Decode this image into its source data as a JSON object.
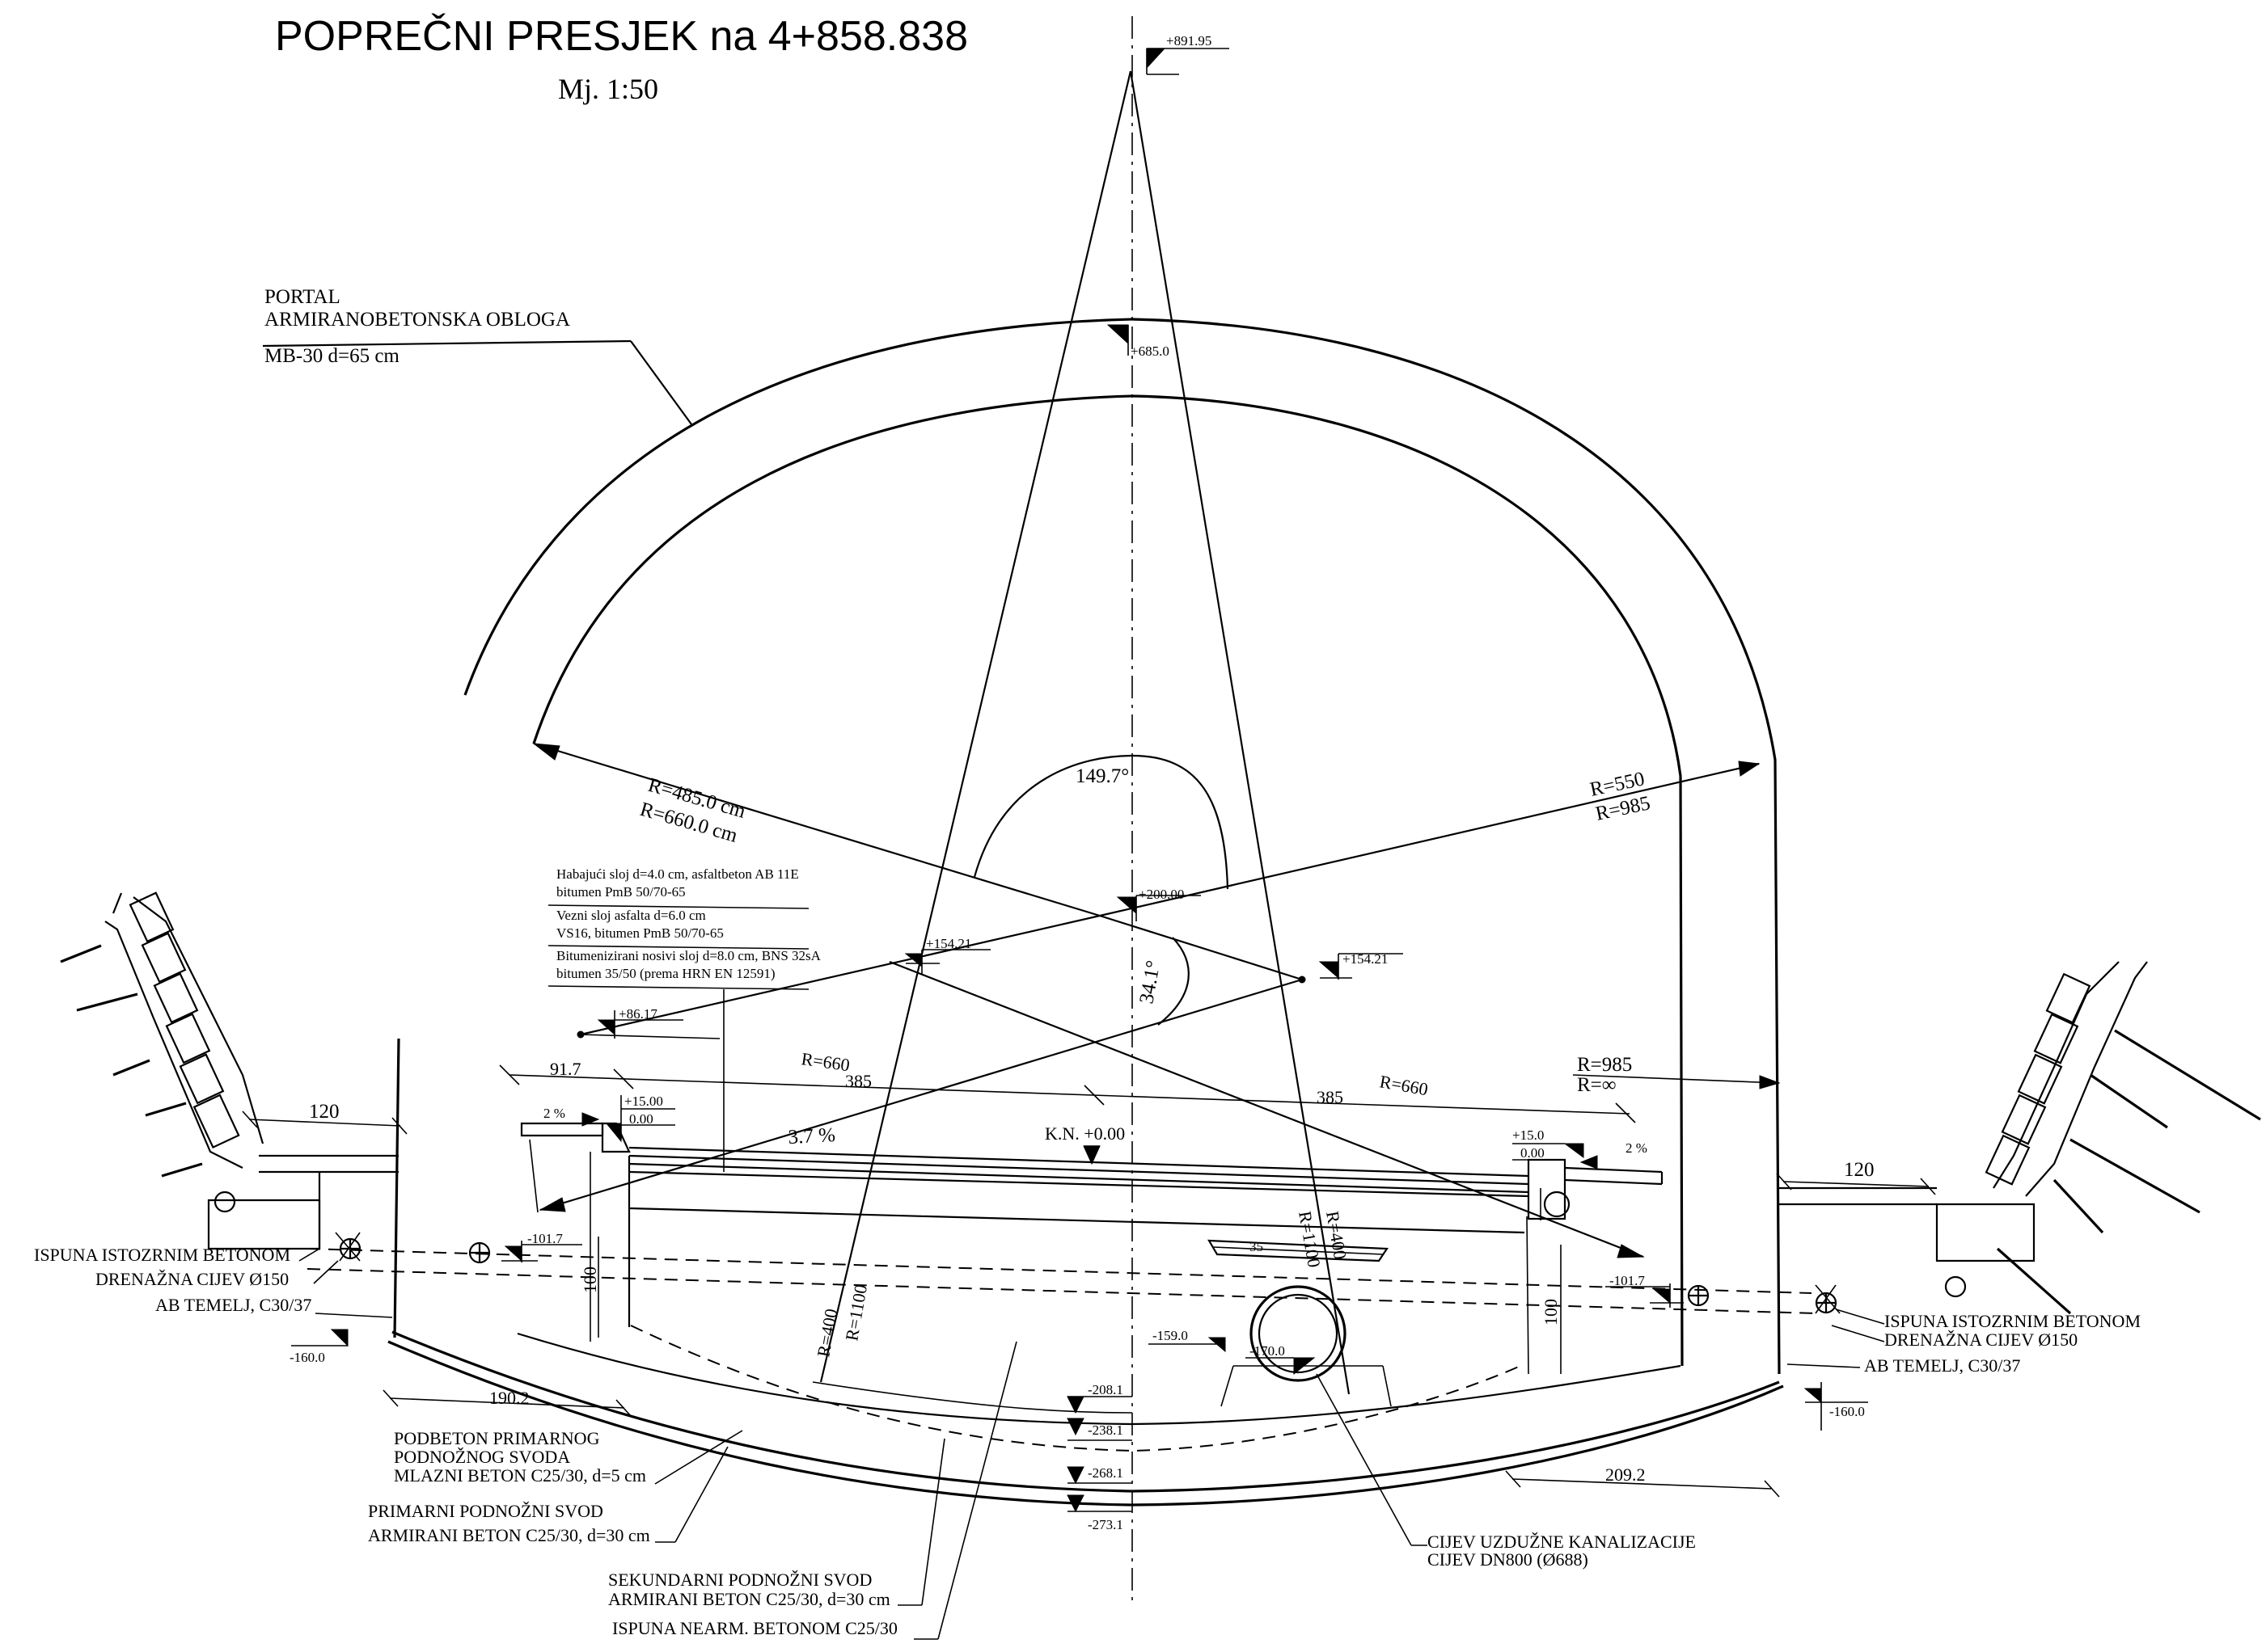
{
  "title": {
    "main": "POPREČNI PRESJEK na 4+858.838",
    "scale": "Mj. 1:50"
  },
  "portal_label": {
    "line1": "PORTAL",
    "line2": "ARMIRANOBETONSKA OBLOGA",
    "line3": "MB-30 d=65 cm"
  },
  "pavement_layers": {
    "l1a": "Habajući sloj d=4.0 cm, asfaltbeton AB 11E",
    "l1b": "bitumen PmB 50/70-65",
    "l2a": "Vezni sloj asfalta  d=6.0 cm",
    "l2b": "VS16,  bitumen PmB 50/70-65",
    "l3a": "Bitumenizirani nosivi sloj  d=8.0 cm, BNS 32sA",
    "l3b": "bitumen 35/50 (prema HRN EN 12591)"
  },
  "elevations": {
    "top": "+891.95",
    "crown": "+685.0",
    "center": "+200.00",
    "left_spring": "+154.21",
    "right_spring": "+154.21",
    "left_low": "+86.17",
    "kerb_left_a": "+15.00",
    "kerb_left_b": "0.00",
    "kerb_right_a": "+15.0",
    "kerb_right_b": "0.00",
    "kn": "K.N. +0.00",
    "drain_left": "-101.7",
    "drain_right": "-101.7",
    "found_left": "-160.0",
    "found_right": "-160.0",
    "pipe_a": "-159.0",
    "pipe_b": "-170.0",
    "inv1": "-208.1",
    "inv2": "-238.1",
    "inv3": "-268.1",
    "inv4": "-273.1"
  },
  "radii": {
    "left_a": "R=485.0 cm",
    "left_b": "R=660.0 cm",
    "right_a": "R=550",
    "right_b": "R=985",
    "r660_left": "R=660",
    "r660_right": "R=660",
    "r985": "R=985",
    "rinf": "R=∞",
    "inv_left_a": "R=400",
    "inv_left_b": "R=1100",
    "inv_right_a": "R=400",
    "inv_right_b": "R=1100"
  },
  "angles": {
    "top": "149.7°",
    "side": "34.1°"
  },
  "dimensions": {
    "d917": "91.7",
    "d385_left": "385",
    "d385_right": "385",
    "d120_left": "120",
    "d120_right": "120",
    "d1902": "190.2",
    "d2092": "209.2",
    "d100_left": "100",
    "d100_right": "100",
    "slope_left": "2 %",
    "slope_right": "2 %",
    "crossfall": "3.7 %",
    "channel": "35"
  },
  "labels": {
    "ispuna_left": "ISPUNA ISTOZRNIM BETONOM",
    "drain_left": "DRENAŽNA CIJEV Ø150",
    "temelj_left": "AB TEMELJ, C30/37",
    "ispuna_right": "ISPUNA ISTOZRNIM BETONOM",
    "drain_right": "DRENAŽNA CIJEV Ø150",
    "temelj_right": "AB TEMELJ, C30/37",
    "podbeton1": "PODBETON PRIMARNOG",
    "podbeton2": "PODNOŽNOG SVODA",
    "podbeton3": "MLAZNI BETON  C25/30, d=5 cm",
    "primarni1": "PRIMARNI PODNOŽNI SVOD",
    "primarni2": "ARMIRANI BETON C25/30, d=30 cm",
    "sekundarni1": "SEKUNDARNI PODNOŽNI SVOD",
    "sekundarni2": "ARMIRANI BETON C25/30, d=30 cm",
    "ispuna_nearm": "ISPUNA NEARM. BETONOM C25/30",
    "cijev1": "CIJEV UZDUŽNE KANALIZACIJE",
    "cijev2": "CIJEV  DN800 (Ø688)"
  }
}
